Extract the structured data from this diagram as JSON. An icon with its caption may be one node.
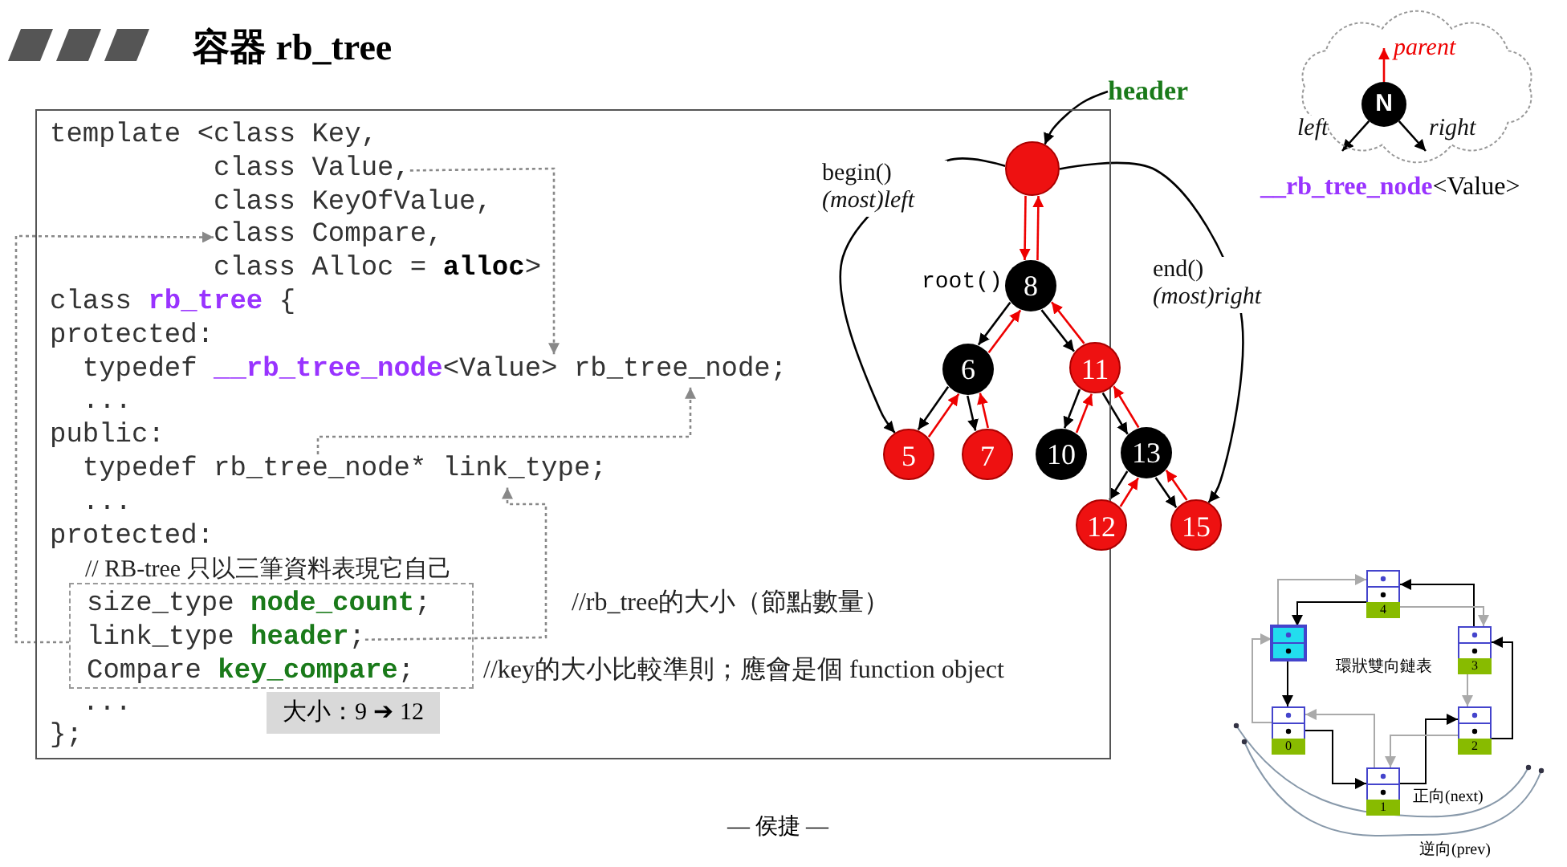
{
  "diagram": {
    "title": "容器 rb_tree",
    "nodes": [
      {
        "text": [],
        "shape": "box"
      },
      {
        "text": [
          "template <class Key,"
        ],
        "in": 0
      },
      {
        "text": [
          "class Value,"
        ],
        "in": 0
      },
      {
        "text": [
          "class KeyOfValue,"
        ],
        "in": 0
      },
      {
        "text": [
          "class Compare,"
        ],
        "in": 0
      },
      {
        "text": [
          "class Alloc = **alloc**>"
        ],
        "in": 0
      },
      {
        "text": [
          "class **rb_tree** {"
        ],
        "in": 0
      },
      {
        "text": [
          "protected:"
        ],
        "in": 0
      },
      {
        "text": [
          "typedef **__rb_tree_node**<Value> rb_tree_node;"
        ],
        "in": 0
      },
      {
        "text": [
          "..."
        ],
        "in": 0
      },
      {
        "text": [
          "public:"
        ],
        "in": 0
      },
      {
        "text": [
          "typedef rb_tree_node* link_type;"
        ],
        "in": 0
      },
      {
        "text": [
          "..."
        ],
        "in": 0
      },
      {
        "text": [
          "protected:"
        ],
        "in": 0
      },
      {
        "text": [
          "// RB-tree 只以三筆資料表現它自己"
        ],
        "in": 0
      },
      {
        "text": [],
        "shape": "box",
        "in": 0
      },
      {
        "text": [
          "size_type **node_count**;"
        ],
        "in": 15
      },
      {
        "text": [
          "link_type **header**;"
        ],
        "in": 15
      },
      {
        "text": [
          "Compare **key_compare**;"
        ],
        "in": 15
      },
      {
        "text": [
          "//rb_tree的大小（節點數量）"
        ],
        "in": 0
      },
      {
        "text": [
          "//key的大小比較準則；應會是個 function object"
        ],
        "in": 0
      },
      {
        "text": [
          "..."
        ],
        "in": 0
      },
      {
        "text": [
          "};"
        ],
        "in": 0
      },
      {
        "text": [
          "大小：9 ➔ 12"
        ],
        "in": 0
      },
      {
        "text": [
          "header"
        ]
      },
      {
        "text": [],
        "shape": "circle",
        "in": 0
      },
      {
        "text": [
          "8"
        ],
        "beside": [
          "root()"
        ],
        "in": 0
      },
      {
        "text": [
          "6"
        ],
        "in": 0
      },
      {
        "text": [
          "11"
        ]
      },
      {
        "text": [
          "5"
        ],
        "in": 0
      },
      {
        "text": [
          "7"
        ],
        "in": 0
      },
      {
        "text": [
          "10"
        ],
        "in": 0
      },
      {
        "text": [
          "13"
        ]
      },
      {
        "text": [
          "12"
        ]
      },
      {
        "text": [
          "15"
        ]
      },
      {
        "text": [],
        "shape": "cloud",
        "beside": [
          "**__rb_tree_node**<Value>"
        ]
      },
      {
        "text": [
          "N"
        ],
        "in": 35
      },
      {
        "text": [],
        "shape": "box"
      },
      {
        "text": [
          "0"
        ]
      },
      {
        "text": [
          "1"
        ]
      },
      {
        "text": [
          "2"
        ]
      },
      {
        "text": [
          "3"
        ]
      },
      {
        "text": [
          "4"
        ]
      }
    ],
    "edges": [
      {
        "from": 2,
        "to": 8,
        "arrow": "to",
        "style": "dashed",
        "color": "#888888"
      },
      {
        "from": 11,
        "to": 8,
        "arrow": "to",
        "style": "dashed",
        "color": "#888888"
      },
      {
        "from": 17,
        "to": 11,
        "arrow": "to",
        "style": "dashed",
        "color": "#888888"
      },
      {
        "from": 15,
        "to": 4,
        "arrow": "to",
        "style": "dashed",
        "color": "#888888"
      },
      {
        "from": 24,
        "to": 25,
        "arrow": "to"
      },
      {
        "from": 25,
        "to": 26,
        "arrow": "to",
        "color": "#ee0000"
      },
      {
        "from": 26,
        "to": 25,
        "arrow": "to",
        "color": "#ee0000"
      },
      {
        "from": 25,
        "to": 29,
        "arrow": "to",
        "label": "begin() *(most)left*"
      },
      {
        "from": 25,
        "to": 34,
        "arrow": "to",
        "label": "end() *(most)right*"
      },
      {
        "from": 26,
        "to": 27,
        "arrow": "to"
      },
      {
        "from": 27,
        "to": 26,
        "arrow": "to",
        "color": "#ee0000"
      },
      {
        "from": 26,
        "to": 28,
        "arrow": "to"
      },
      {
        "from": 28,
        "to": 26,
        "arrow": "to",
        "color": "#ee0000"
      },
      {
        "from": 27,
        "to": 29,
        "arrow": "to"
      },
      {
        "from": 29,
        "to": 27,
        "arrow": "to",
        "color": "#ee0000"
      },
      {
        "from": 27,
        "to": 30,
        "arrow": "to"
      },
      {
        "from": 30,
        "to": 27,
        "arrow": "to",
        "color": "#ee0000"
      },
      {
        "from": 28,
        "to": 31,
        "arrow": "to"
      },
      {
        "from": 31,
        "to": 28,
        "arrow": "to",
        "color": "#ee0000"
      },
      {
        "from": 28,
        "to": 32,
        "arrow": "to"
      },
      {
        "from": 32,
        "to": 28,
        "arrow": "to",
        "color": "#ee0000"
      },
      {
        "from": 32,
        "to": 33,
        "arrow": "to"
      },
      {
        "from": 33,
        "to": 32,
        "arrow": "to",
        "color": "#ee0000"
      },
      {
        "from": 32,
        "to": 34,
        "arrow": "to"
      },
      {
        "from": 34,
        "to": 32,
        "arrow": "to",
        "color": "#ee0000"
      },
      {
        "from": 36,
        "to": null,
        "arrow": "to",
        "label": "parent",
        "color": "#ee0000"
      },
      {
        "from": 36,
        "to": null,
        "arrow": "to",
        "label": "left"
      },
      {
        "from": 36,
        "to": null,
        "arrow": "to",
        "label": "right"
      },
      {
        "from": 37,
        "to": 38,
        "arrow": "to"
      },
      {
        "from": 38,
        "to": 39,
        "arrow": "to"
      },
      {
        "from": 39,
        "to": 40,
        "arrow": "to"
      },
      {
        "from": 40,
        "to": 41,
        "arrow": "to"
      },
      {
        "from": 41,
        "to": 42,
        "arrow": "to"
      },
      {
        "from": 42,
        "to": 37,
        "arrow": "to"
      },
      {
        "from": 38,
        "to": 37,
        "arrow": "to",
        "color": "#aaaaaa"
      },
      {
        "from": 39,
        "to": 38,
        "arrow": "to",
        "color": "#aaaaaa"
      },
      {
        "from": 40,
        "to": 39,
        "arrow": "to",
        "color": "#aaaaaa"
      },
      {
        "from": 41,
        "to": 40,
        "arrow": "to",
        "color": "#aaaaaa"
      },
      {
        "from": 42,
        "to": 41,
        "arrow": "to",
        "color": "#aaaaaa"
      },
      {
        "from": 37,
        "to": 42,
        "arrow": "to",
        "color": "#aaaaaa"
      }
    ],
    "labels": [
      "— 侯捷 —",
      "環狀雙向鏈表",
      "正向(next)",
      "逆向(prev)"
    ]
  }
}
